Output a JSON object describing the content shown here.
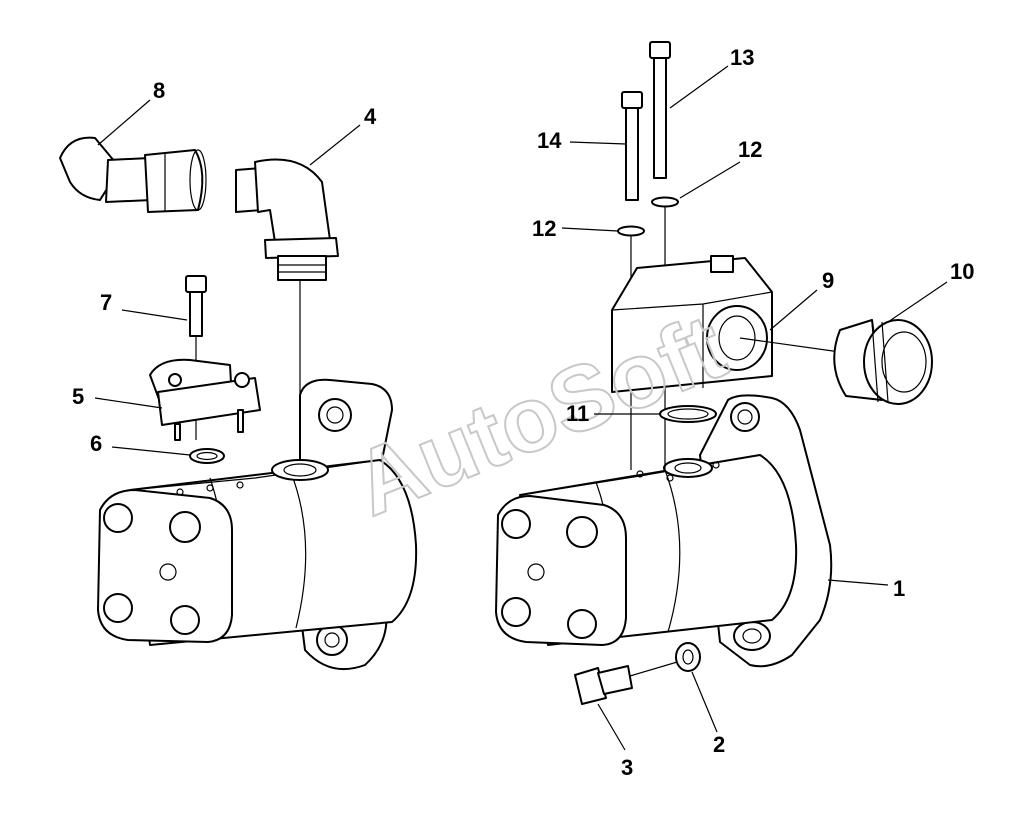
{
  "watermark": "AutoSoft",
  "callouts": [
    {
      "id": "1",
      "label": "1"
    },
    {
      "id": "2",
      "label": "2"
    },
    {
      "id": "3",
      "label": "3"
    },
    {
      "id": "4",
      "label": "4"
    },
    {
      "id": "5",
      "label": "5"
    },
    {
      "id": "6",
      "label": "6"
    },
    {
      "id": "7",
      "label": "7"
    },
    {
      "id": "8",
      "label": "8"
    },
    {
      "id": "9",
      "label": "9"
    },
    {
      "id": "10",
      "label": "10"
    },
    {
      "id": "11",
      "label": "11"
    },
    {
      "id": "12a",
      "label": "12"
    },
    {
      "id": "12b",
      "label": "12"
    },
    {
      "id": "13",
      "label": "13"
    },
    {
      "id": "14",
      "label": "14"
    }
  ]
}
